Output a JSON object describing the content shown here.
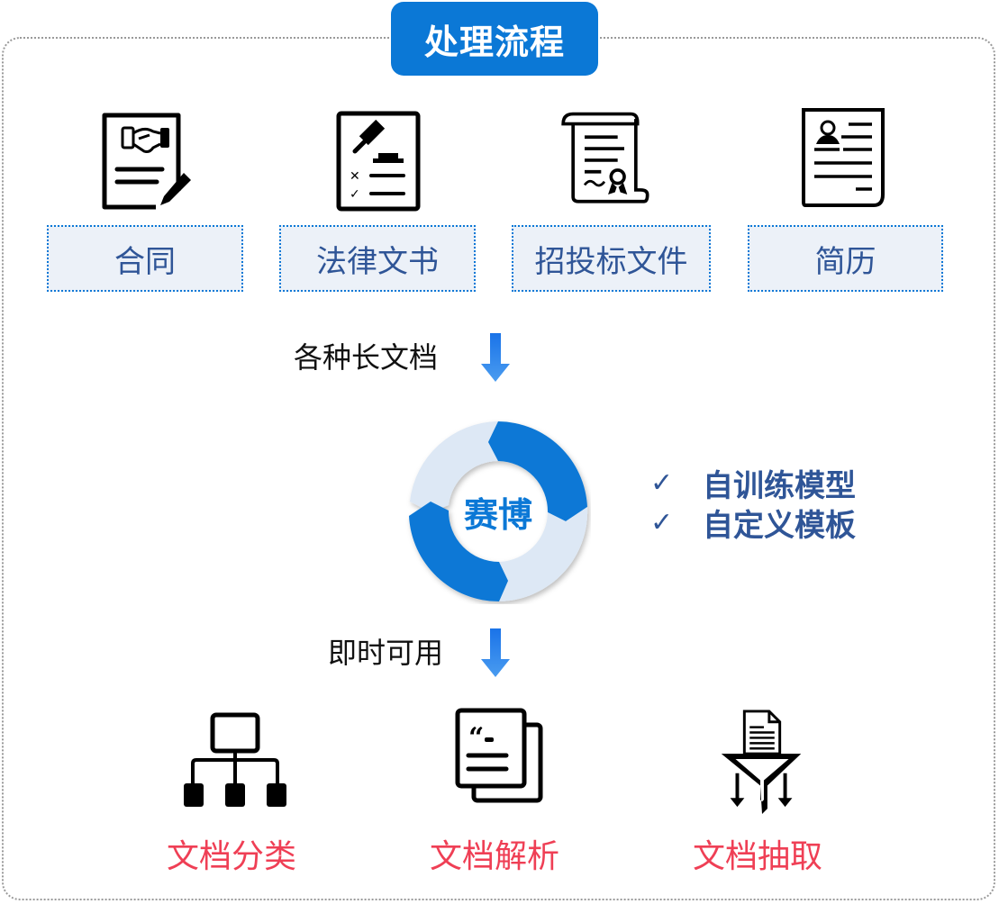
{
  "title": "处理流程",
  "inputs": [
    {
      "label": "合同",
      "icon": "contract-handshake-icon"
    },
    {
      "label": "法律文书",
      "icon": "legal-gavel-icon"
    },
    {
      "label": "招投标文件",
      "icon": "certificate-scroll-icon"
    },
    {
      "label": "简历",
      "icon": "resume-icon"
    }
  ],
  "flow": {
    "input_caption": "各种长文档",
    "output_caption": "即时可用",
    "arrow_color": "#1a73e8"
  },
  "engine": {
    "label": "赛博",
    "colors": {
      "dark": "#0b78d6",
      "light": "#dde8f5"
    }
  },
  "features": [
    {
      "check": "✓",
      "label": "自训练模型"
    },
    {
      "check": "✓",
      "label": "自定义模板"
    }
  ],
  "outputs": [
    {
      "label": "文档分类",
      "icon": "hierarchy-icon"
    },
    {
      "label": "文档解析",
      "icon": "quote-document-icon"
    },
    {
      "label": "文档抽取",
      "icon": "funnel-document-icon"
    }
  ],
  "colors": {
    "accent": "#0b78d6",
    "label_text": "#2f5597",
    "output_text": "#ef3f55",
    "label_bg": "#ecf1f8"
  }
}
